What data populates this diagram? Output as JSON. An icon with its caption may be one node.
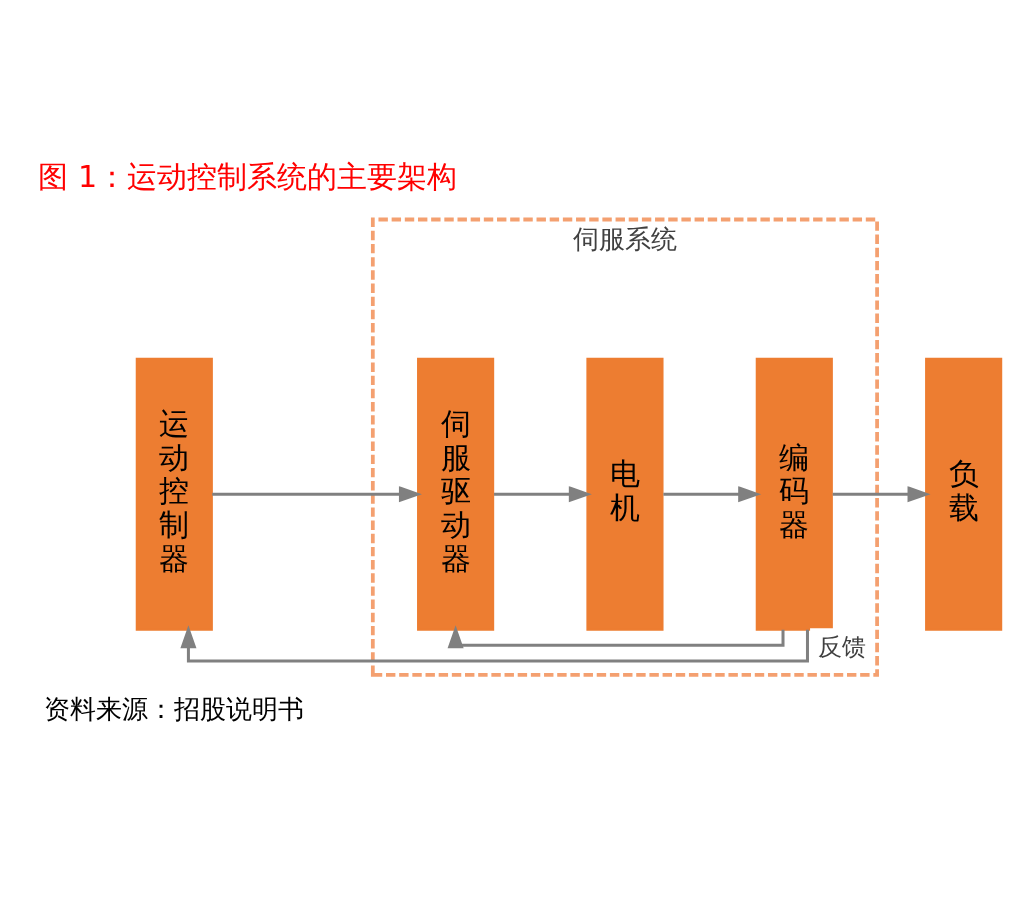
{
  "diagram": {
    "title": "图 1：运动控制系统的主要架构",
    "caption": "资料来源：招股说明书",
    "nodes": [
      {
        "text": [
          "伺服系统"
        ]
      },
      {
        "text": [
          "运动控制器"
        ]
      },
      {
        "text": [
          "伺服驱动器"
        ],
        "in": 0
      },
      {
        "text": [
          "电机"
        ],
        "in": 0
      },
      {
        "text": [
          "编码器"
        ],
        "in": 0
      },
      {
        "text": [
          "负载"
        ]
      }
    ],
    "edges": [
      {
        "from": 1,
        "to": 2,
        "arrow": "to"
      },
      {
        "from": 2,
        "to": 3,
        "arrow": "to"
      },
      {
        "from": 3,
        "to": 4,
        "arrow": "to"
      },
      {
        "from": 4,
        "to": 5,
        "arrow": "to"
      },
      {
        "from": 4,
        "to": 2,
        "arrow": "to",
        "label": "反馈"
      },
      {
        "from": 4,
        "to": 1,
        "arrow": "to"
      }
    ]
  }
}
